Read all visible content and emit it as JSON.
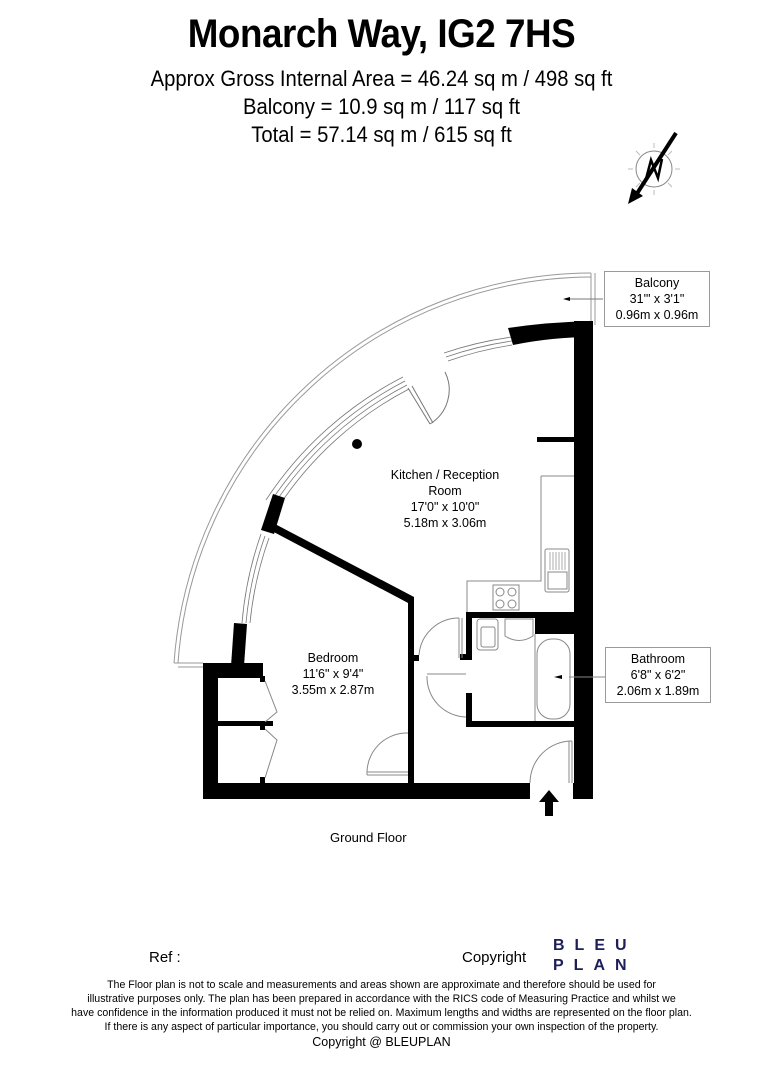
{
  "header": {
    "title": "Monarch Way, IG2 7HS",
    "gross_internal_area": "Approx Gross Internal Area = 46.24 sq m / 498 sq ft",
    "balcony_area": "Balcony = 10.9 sq m / 117 sq ft",
    "total_area": "Total = 57.14 sq m / 615 sq ft"
  },
  "compass": {
    "icon": "north-arrow-icon",
    "letter": "N"
  },
  "rooms": {
    "kitchen": {
      "name": "Kitchen / Reception",
      "name2": "Room",
      "imperial": "17'0\" x 10'0\"",
      "metric": "5.18m x 3.06m"
    },
    "bedroom": {
      "name": "Bedroom",
      "imperial": "11'6\" x 9'4\"",
      "metric": "3.55m x 2.87m"
    }
  },
  "callouts": {
    "balcony": {
      "name": "Balcony",
      "imperial": "31'\" x 3'1\"",
      "metric": "0.96m x 0.96m"
    },
    "bathroom": {
      "name": "Bathroom",
      "imperial": "6'8\" x 6'2\"",
      "metric": "2.06m x 1.89m"
    }
  },
  "floor": {
    "name": "Ground Floor"
  },
  "footer": {
    "ref_label": "Ref  :",
    "copyright_label": "Copyright",
    "logo_line1": "BLEU",
    "logo_line2": "PLAN",
    "logo_color": "#1e1e5a",
    "disclaimer": [
      "The Floor plan is not to scale and measurements and areas shown are approximate and therefore should be used for",
      "illustrative purposes only. The plan has been prepared in accordance with the RICS code of Measuring Practice and whilst we",
      "have confidence in the information produced it must not be relied on. Maximum lengths and widths are represented on the floor plan.",
      "If there is any aspect of particular importance, you should carry out or commission your own inspection of the property."
    ],
    "copyright_notice": "Copyright @ BLEUPLAN"
  }
}
